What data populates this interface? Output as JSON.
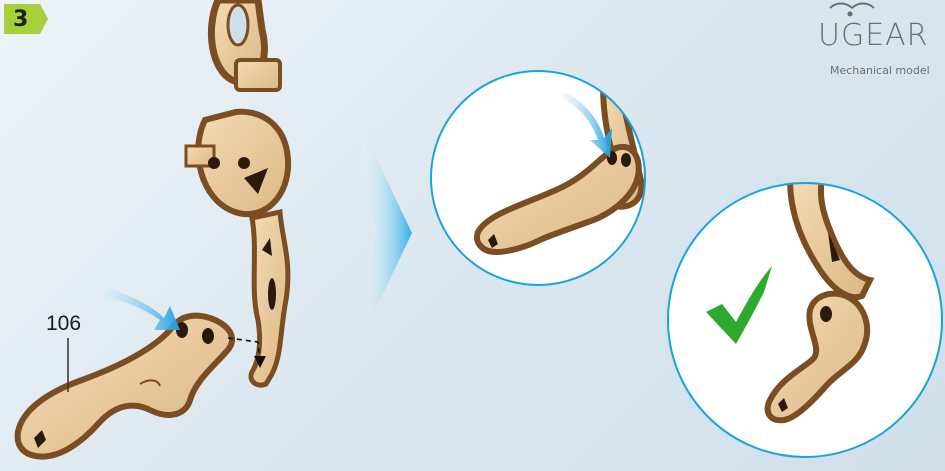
{
  "step": {
    "number": "3"
  },
  "part": {
    "label": "106"
  },
  "brand": {
    "name": "UGEAR",
    "tagline": "Mechanical model"
  },
  "icons": [
    "step-arrow-badge",
    "blue-arrow-icon",
    "checkmark-icon",
    "next-step-arrow"
  ],
  "colors": {
    "badge": "#a6cf3a",
    "arrow": "#1f9ee0",
    "check": "#2ea82e",
    "wood": "#e7c99a",
    "wood_edge": "#7a4d22",
    "circle": "#1aa3e0"
  }
}
